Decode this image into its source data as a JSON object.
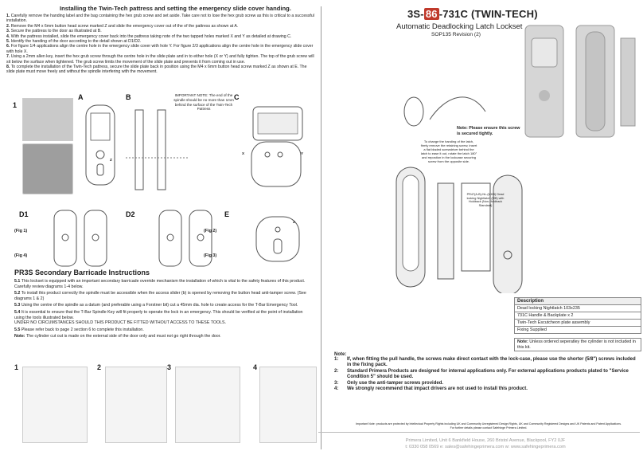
{
  "install_title": "Installing the Twin-Tech pattress and setting the emergency slide cover handing.",
  "install_steps": [
    {
      "n": "1.",
      "text": "Carefully remove the handing label and the bag containing the hex grub screw and set aside. Take care not to lose the hex grub screw as this is critical to a successful installation."
    },
    {
      "n": "2.",
      "text": "Remove the M4 x 6mm button head screw marked Z and slide the emergency cover out of the of the pattress as shown at A."
    },
    {
      "n": "3.",
      "text": "Secure the pattress to the door as illustrated at B."
    },
    {
      "n": "4.",
      "text": "With the pattress installed, slide the emergency cover back into the pattress taking note of the two tapped holes marked X and Y as detailed at drawing C."
    },
    {
      "n": "5.",
      "text": "Identify the handing of the door according to the detail shown at D1/D2."
    },
    {
      "n": "6.",
      "text": "For figure 1/4 applications align the centre hole in the emergency slide cover with hole Y. For figure 2/3 applications align the centre hole in the emergency slide cover with hole X."
    },
    {
      "n": "7.",
      "text": "Using a 2mm allen key, insert the hex grub screw through the centre hole in the slide plate and in to either hole (X or Y) and fully tighten. The top of the grub screw will sit below the surface when tightened. The grub screw limits the movement of the slide plate and prevents it from coming out in use."
    },
    {
      "n": "8.",
      "text": "To complete the installation of the Twin-Tech pattress, secure the slide plate back in position using the M4 x 6mm button head screw marked Z as shown at E. The slide plate must move freely and without the spindle interfering with the movement."
    }
  ],
  "fig_labels": {
    "one": "1",
    "a": "A",
    "b": "B",
    "c": "C",
    "d1": "D1",
    "d2": "D2",
    "e": "E",
    "x": "X",
    "y": "Y",
    "z": "Z"
  },
  "important_note": "IMPORTANT NOTE: The end of the spindle should be no more than 1mm behind the surface of the Twin-Tech Pattress",
  "fig_tags": {
    "f1": "(Fig 1)",
    "f2": "(Fig 2)",
    "f3": "(Fig 3)",
    "f4": "(Fig 4)"
  },
  "pr3s_title": "PR3S Secondary Barricade Instructions",
  "pr3s_paras": [
    {
      "n": "5.1",
      "text": "This lockset is equipped with an important secondary barricade override mechanism the installation of which is vital to the safety features of this product. Carefully review diagrams 1-4 below."
    },
    {
      "n": "5.2",
      "text": "To install this product correctly the spindle must be accessible when the access slider (b) is opened by removing the button head anti-tamper screw. (See diagrams 1 & 2)"
    },
    {
      "n": "5.3",
      "text": "Using the centre of the spindle as a datum (and preferable using a Forstner bit) cut a 45mm dia. hole to create access for the T-Bar Emergency Tool."
    },
    {
      "n": "5.4",
      "text": "It is essential to ensure that the T-Bar Spindle Key will fit properly to operate the lock in an emergency. This should be verified at the point of installation using the tools illustrated below."
    }
  ],
  "pr3s_warning": "UNDER NO CIRCUMSTANCES SHOULD THIS PRODUCT BE FITTED WITHOUT ACCESS TO THESE TOOLS.",
  "pr3s_55": {
    "n": "5.5",
    "text": "Please refer back to page 2 section 6 to complete this installation."
  },
  "pr3s_note_label": "Note:",
  "pr3s_note": "The cylinder cut out is made on the external side of the door only and must not go right through the door.",
  "steps_nums": [
    "1",
    "2",
    "3",
    "4"
  ],
  "product_code_pre": "3S-",
  "product_code_box": "86",
  "product_code_post": "-731C (TWIN-TECH)",
  "product_name": "Automatic Deadlocking Latch Lockset",
  "product_sop": "SOP135 Revision (2)",
  "note_screw": "Note: Please ensure this screw is secured tightly.",
  "handing_text": "To change the handing of the latch, firmly remove the retaining screw, insert a flat bladed screwdriver behind the latch to ease it out, rotate the latch 180° and repostion in the lockcase securing screw from the opposite side.",
  "case_label": "PR47(A-B)-NL-(MHB) Dead locking Nightlatch (MB) with Holdback (Non-Holdback Standard)",
  "desc_header": "Description",
  "desc_rows": [
    "Dead locking Nightlatch 103x235",
    "731C Handle & Backplate x 2",
    "Twin-Tech Escutcheon plate assembly",
    "Fixing Supplied"
  ],
  "desc_note_label": "Note:",
  "desc_note": "Unless ordered seperatley the cylinder is not included in this kit.",
  "notes_label": "Note:",
  "notes": [
    {
      "n": "1:",
      "text": "If, when fitting the pull handle, the screws make direct contact with the lock-case, please use the shorter (5/8\") screws included in the fixing pack."
    },
    {
      "n": "2:",
      "text": "Standard Primera Products are designed for internal applications only. For external applications products plated to \"Service Condition 5\" should be used."
    },
    {
      "n": "3:",
      "text": "Only use the anti-tamper screws provided."
    },
    {
      "n": "4:",
      "text": "We strongly recommend that impact drivers are not used to install this product."
    }
  ],
  "legal_1": "Important Note: products are protected by Intellectual Property Rights including UK and Community Unregistered Design Rights, UK and Community Registered Designs and UK Patents and Patent Applications.",
  "legal_2": "For further details please contact Safehinge Primera Limited.",
  "footer_address": "Primera Limited, Unit 6 Bankfield House, 260 Bristol Avenue, Blackpool, FY2 0JF",
  "footer_contact": "t: 0330 058 0569  e: sales@safehingeprimera.com  w: www.safehingeprimera.com",
  "colors": {
    "accent_red": "#c0392b",
    "text": "#222222",
    "rule": "#777777"
  }
}
